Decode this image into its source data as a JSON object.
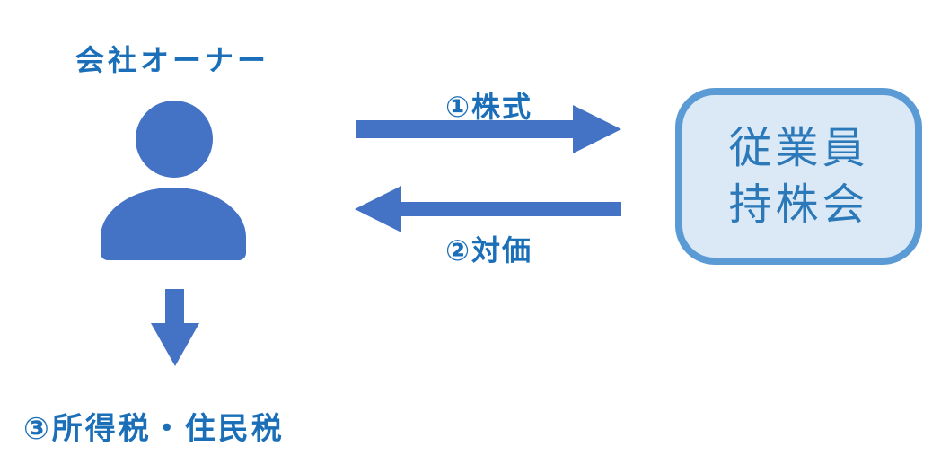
{
  "diagram": {
    "title": "会社オーナー",
    "owner": {
      "label": "会社オーナー",
      "icon": "person-icon"
    },
    "association": {
      "lines": [
        "従業員",
        "持株会"
      ]
    },
    "flows": [
      {
        "step": "1",
        "label": "①株式",
        "direction": "right",
        "from": "会社オーナー",
        "to": "従業員持株会"
      },
      {
        "step": "2",
        "label": "②対価",
        "direction": "left",
        "from": "従業員持株会",
        "to": "会社オーナー"
      },
      {
        "step": "3",
        "label": "③所得税・住民税",
        "direction": "down",
        "from": "会社オーナー"
      }
    ]
  },
  "colors": {
    "arrow_fill": "#4472c4",
    "person_fill": "#4472c4",
    "label_text": "#1a6fb8",
    "box_fill": "#dbe8f6",
    "box_border": "#5b9bd5",
    "box_text": "#2b79b8",
    "background": "#ffffff"
  }
}
